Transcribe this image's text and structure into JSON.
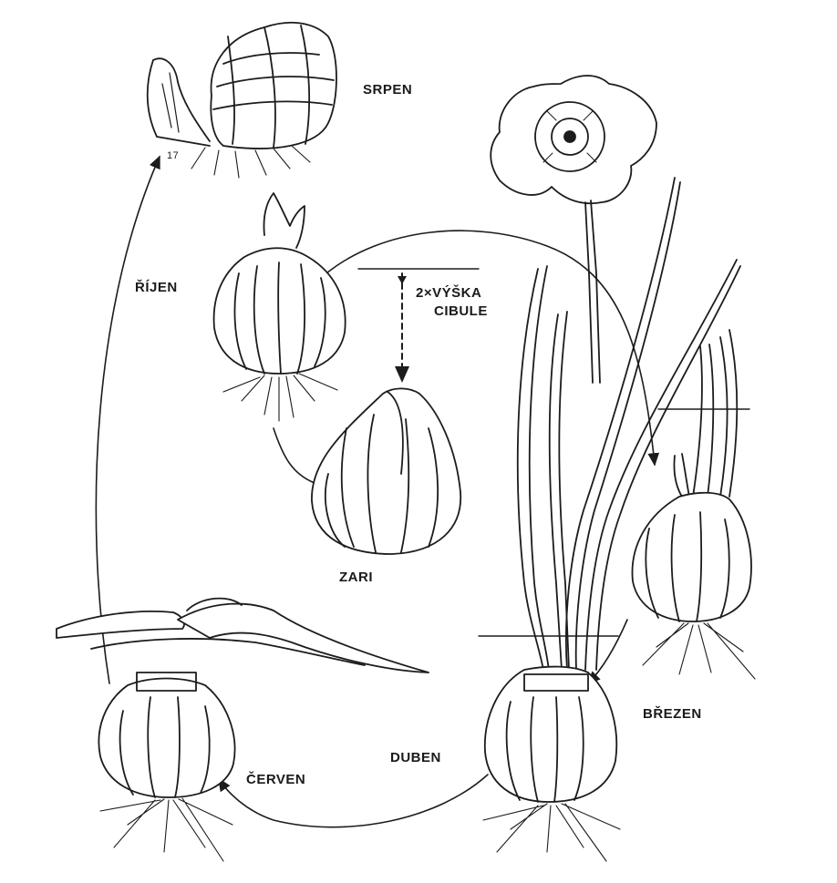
{
  "labels": {
    "srpen": "SRPEN",
    "rijen": "ŘÍJEN",
    "height_line1": "2×VÝŠKA",
    "height_line2": "CIBULE",
    "zari": "ZARI",
    "brezen": "BŘEZEN",
    "duben": "DUBEN",
    "cerven": "ČERVEN",
    "small_mark": "17"
  },
  "colors": {
    "ink": "#1c1c1c",
    "paper": "#ffffff"
  }
}
